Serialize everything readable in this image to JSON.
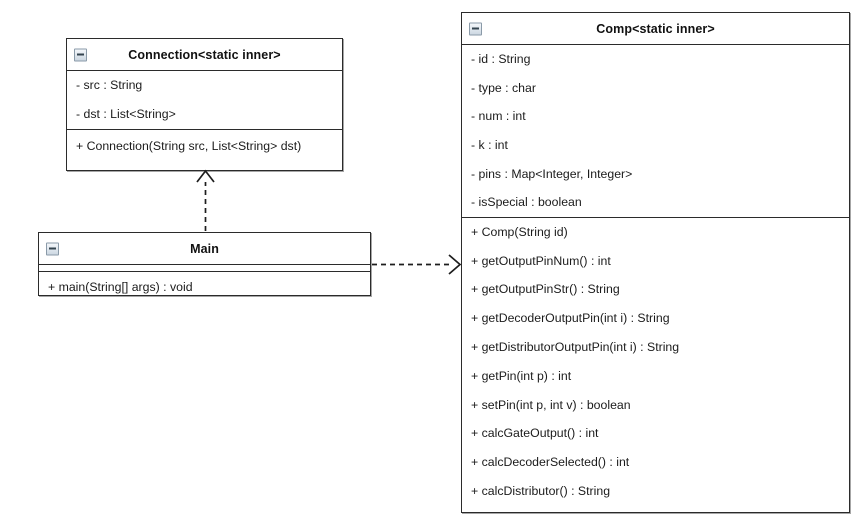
{
  "diagram": {
    "kind": "uml-class-diagram",
    "background": "#ffffff",
    "line_color": "#2b2b2b",
    "text_color": "#1a1a1a",
    "collapse_icon": "minus-box-icon"
  },
  "classes": {
    "connection": {
      "name": "Connection<static inner>",
      "attributes": [
        "- src : String",
        "- dst : List<String>"
      ],
      "operations": [
        "+ Connection(String src, List<String> dst)"
      ]
    },
    "main": {
      "name": "Main",
      "attributes": [],
      "operations": [
        "+ main(String[] args) : void"
      ]
    },
    "comp": {
      "name": "Comp<static inner>",
      "attributes": [
        "- id : String",
        "- type : char",
        "- num : int",
        "- k : int",
        "- pins : Map<Integer, Integer>",
        "- isSpecial : boolean"
      ],
      "operations": [
        "+ Comp(String id)",
        "+ getOutputPinNum() : int",
        "+ getOutputPinStr() : String",
        "+ getDecoderOutputPin(int i) : String",
        "+ getDistributorOutputPin(int i) : String",
        "+ getPin(int p) : int",
        "+ setPin(int p, int v) : boolean",
        "+ calcGateOutput() : int",
        "+ calcDecoderSelected() : int",
        "+ calcDistributor() : String"
      ]
    }
  },
  "relationships": [
    {
      "id": "main-to-connection",
      "type": "dependency",
      "style": "dashed",
      "arrowhead": "open",
      "from": "main",
      "to": "connection",
      "direction": "up"
    },
    {
      "id": "main-to-comp",
      "type": "dependency",
      "style": "dashed",
      "arrowhead": "open",
      "from": "main",
      "to": "comp",
      "direction": "right"
    }
  ]
}
